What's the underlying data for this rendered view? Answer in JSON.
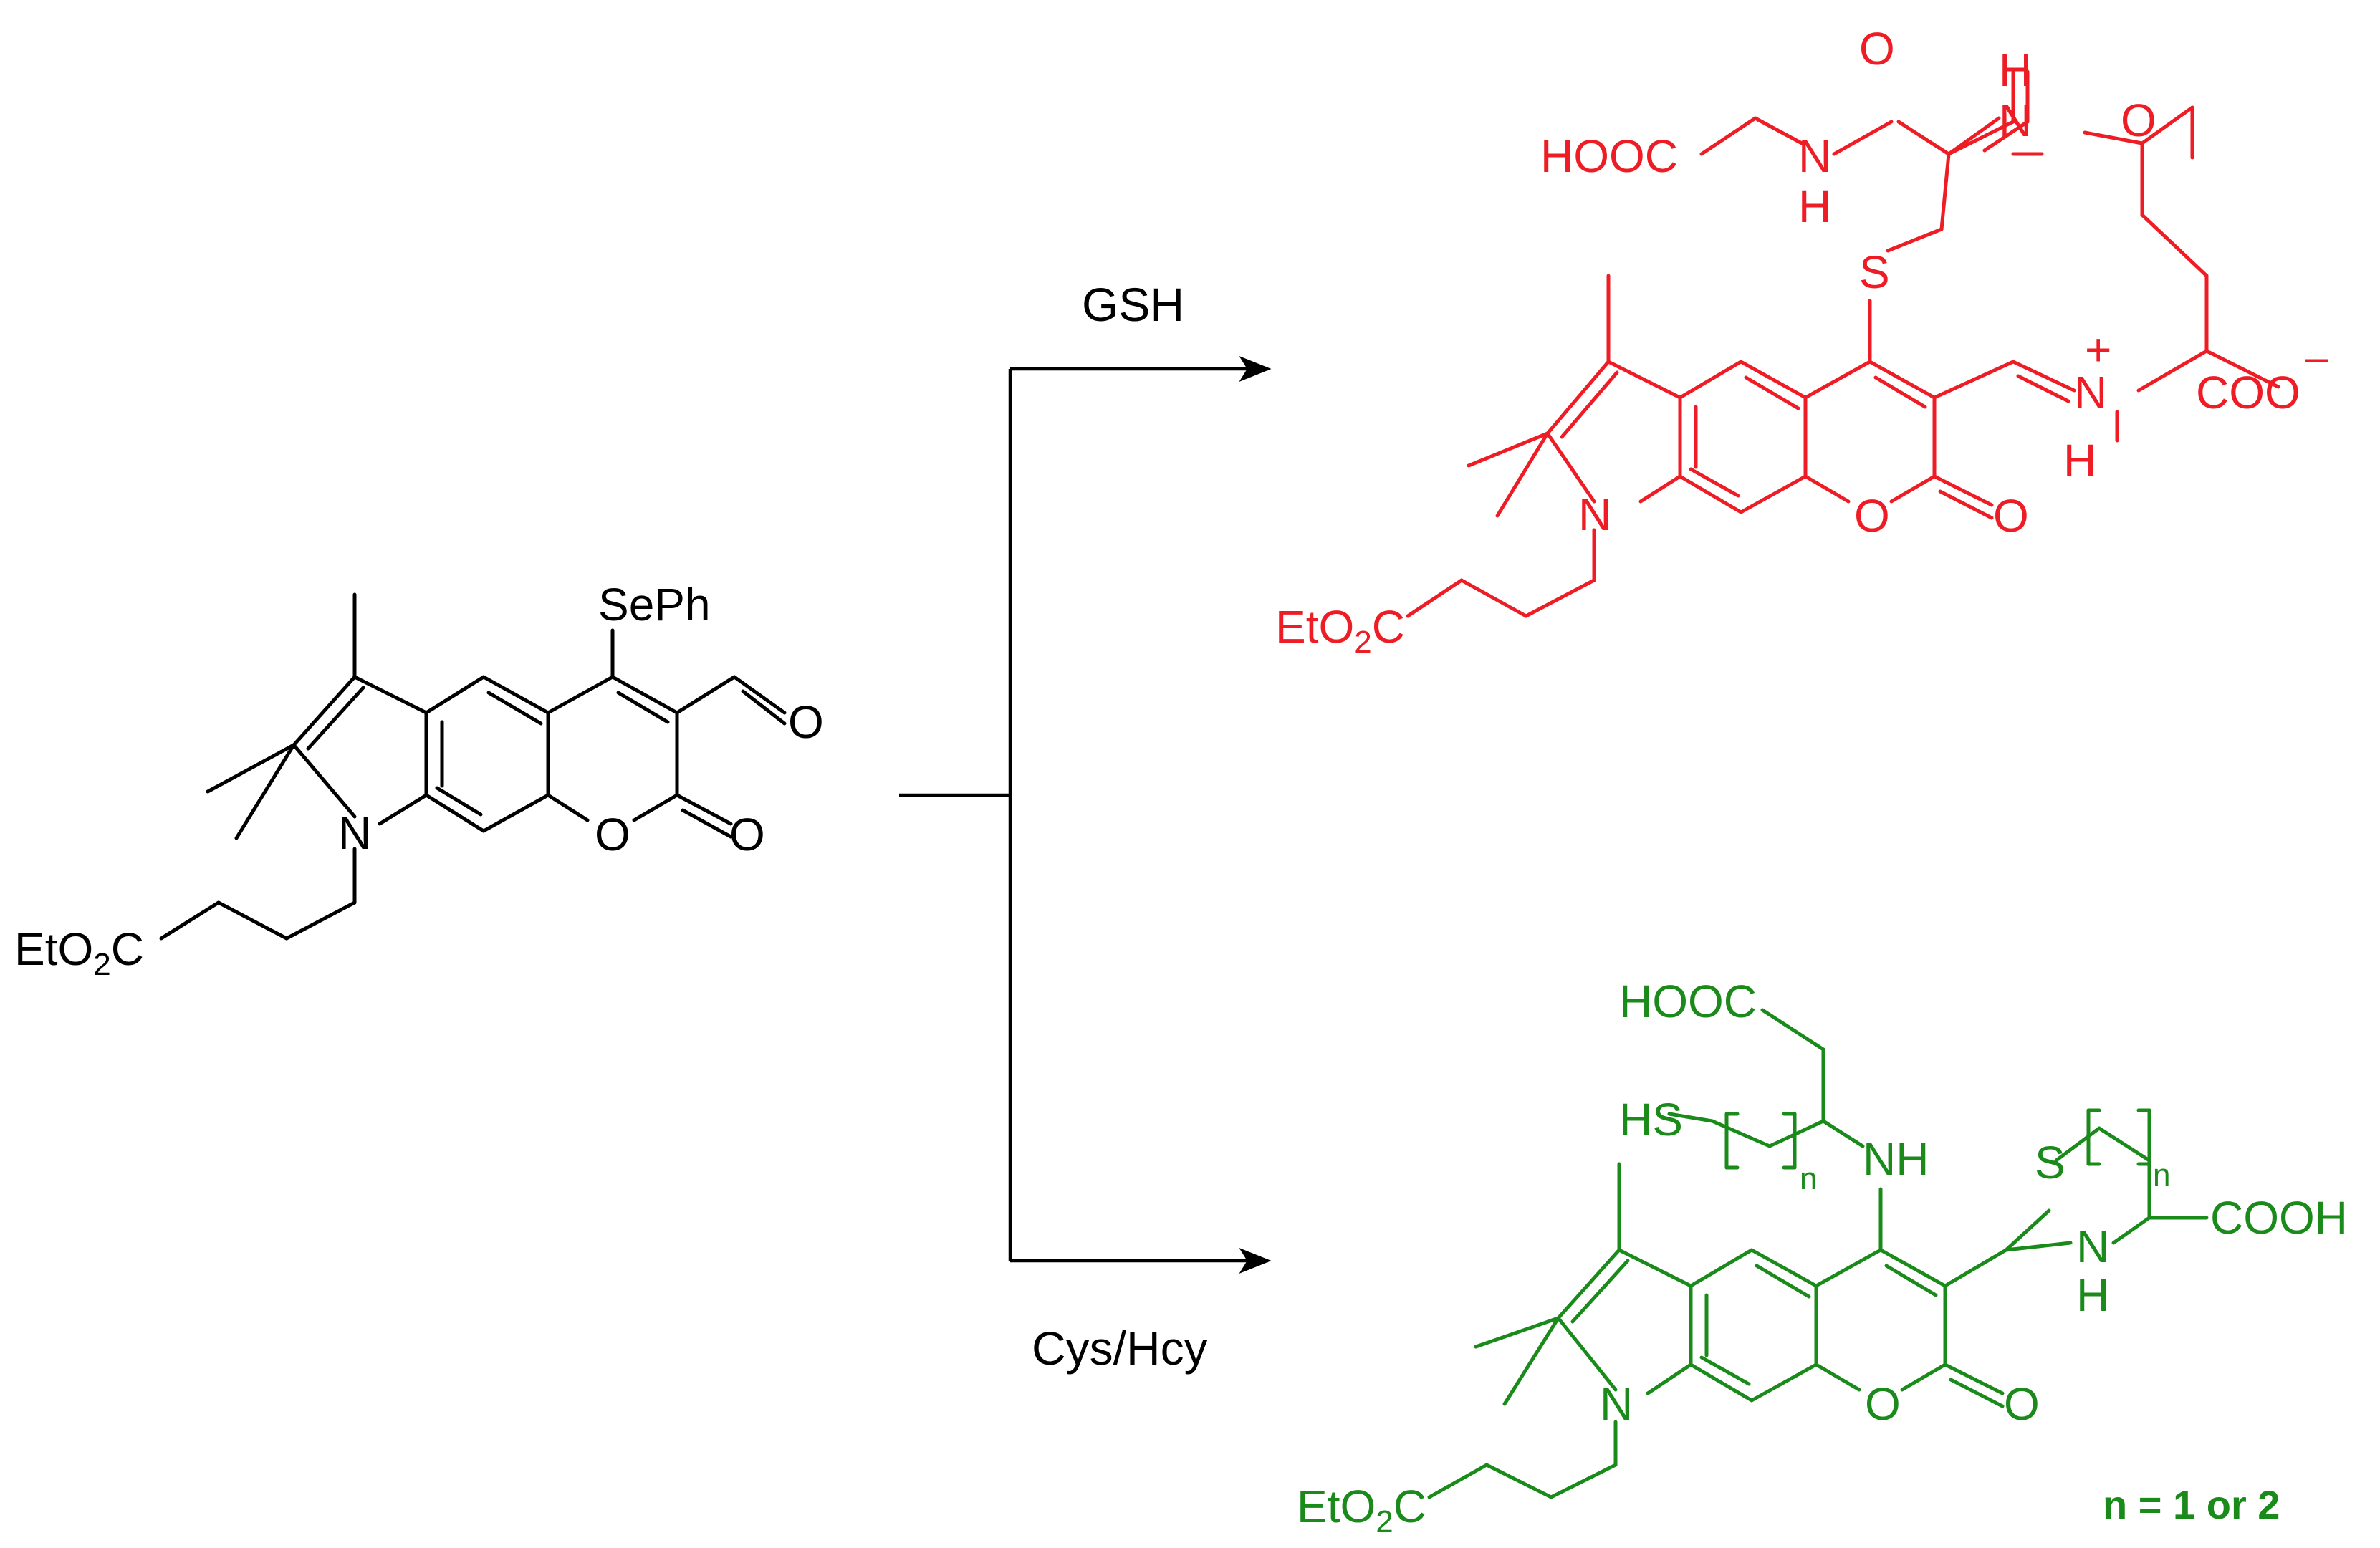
{
  "colors": {
    "reactant": "#000000",
    "gsh_product": "#ee1c24",
    "cys_product": "#1a8a1a"
  },
  "reactant": {
    "seph": "SePh",
    "n": "N",
    "o_ring": "O",
    "o_carbonyl": "O",
    "o_aldehyde": "O",
    "ester": {
      "text": "EtO",
      "sub": "2",
      "tail": "C"
    }
  },
  "conditions": {
    "top": "GSH",
    "bottom": "Cys/Hcy"
  },
  "gsh_product": {
    "hooc": "HOOC",
    "nh_left": "N",
    "h_left": "H",
    "o_top_left": "O",
    "h_top": "H",
    "n_top": "N",
    "o_top_right": "O",
    "s": "S",
    "n_plus": "N",
    "plus": "+",
    "h_below": "H",
    "coo": "COO",
    "minus": "−",
    "n_ring": "N",
    "o_ring": "O",
    "o_carbonyl": "O",
    "ester": {
      "text": "EtO",
      "sub": "2",
      "tail": "C"
    }
  },
  "cys_product": {
    "hooc": "HOOC",
    "hs": "HS",
    "n_sub_left": "n",
    "nh": "NH",
    "s": "S",
    "n_sub_right": "n",
    "nh_ring": "N",
    "h_ring": "H",
    "cooh": "COOH",
    "n_ring": "N",
    "o_ring": "O",
    "o_carbonyl": "O",
    "ester": {
      "text": "EtO",
      "sub": "2",
      "tail": "C"
    }
  },
  "note": "n = 1 or 2"
}
